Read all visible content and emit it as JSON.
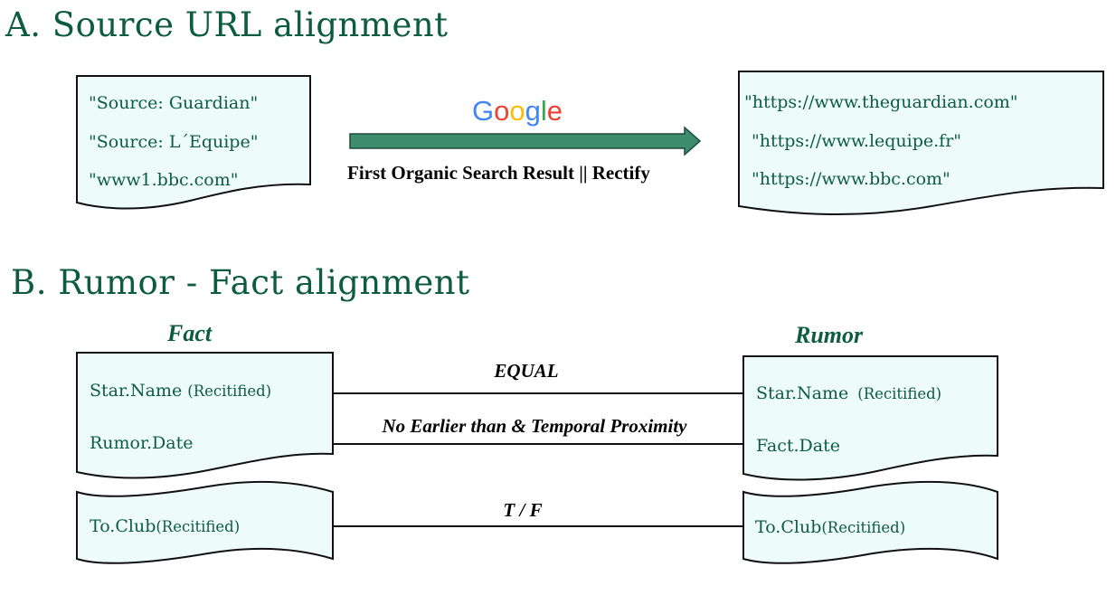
{
  "section_a": {
    "title": "A. Source URL alignment",
    "input_doc": {
      "lines": [
        "\"Source: Guardian\"",
        "\"Source: L´Equipe\"",
        "\"www1.bbc.com\""
      ]
    },
    "search_logo": [
      "G",
      "o",
      "o",
      "g",
      "l",
      "e"
    ],
    "arrow_label": "First Organic Search Result || Rectify",
    "output_doc": {
      "lines": [
        "\"https://www.theguardian.com\"",
        "\"https://www.lequipe.fr\"",
        "\"https://www.bbc.com\""
      ]
    }
  },
  "section_b": {
    "title": "B. Rumor - Fact alignment",
    "left_title": "Fact",
    "right_title": "Rumor",
    "left_doc": {
      "row1": {
        "main": "Star.Name",
        "note": "(Recitified)"
      },
      "row2": {
        "main": "Rumor.Date"
      }
    },
    "right_doc": {
      "row1": {
        "main": "Star.Name",
        "note": "(Recitified)"
      },
      "row2": {
        "main": "Fact.Date"
      }
    },
    "left_club": {
      "main": "To.Club",
      "note": "(Recitified)"
    },
    "right_club": {
      "main": "To.Club",
      "note": "(Recitified)"
    },
    "links": {
      "equal": "EQUAL",
      "temporal": "No Earlier than & Temporal Proximity",
      "tf": "T / F"
    }
  },
  "colors": {
    "accent": "#0d5c40",
    "doc_fill": "#eefbfb",
    "arrow_fill": "#3f8b6e",
    "google_blue": "#4285F4",
    "google_red": "#EA4335",
    "google_yellow": "#FBBC05",
    "google_green": "#34A853"
  }
}
